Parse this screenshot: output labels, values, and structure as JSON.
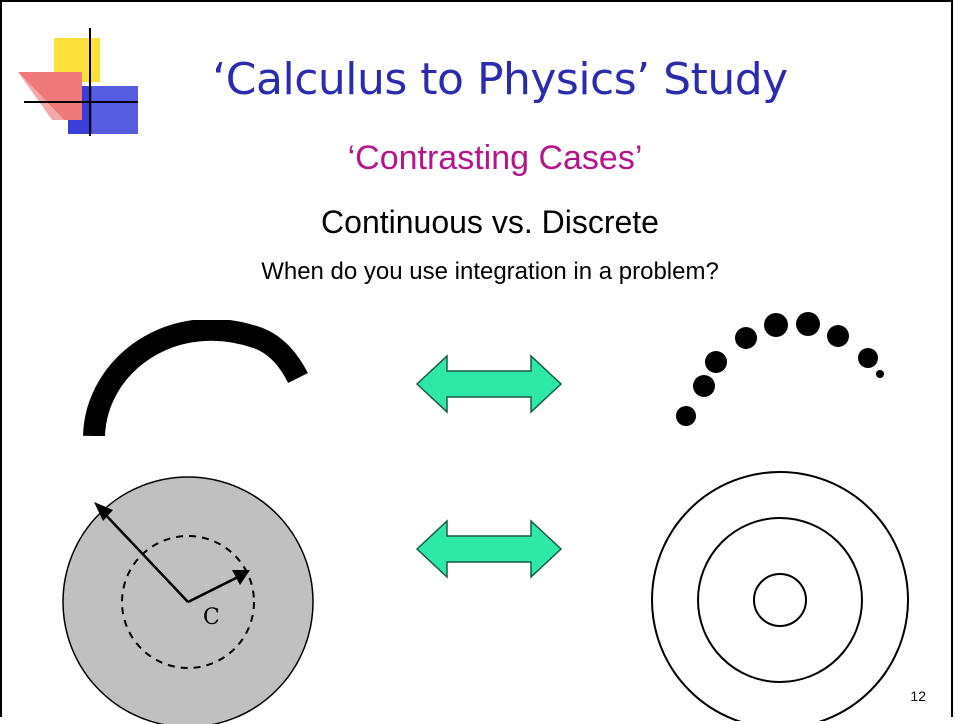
{
  "slide": {
    "title": "‘Calculus to Physics’ Study",
    "subtitle": "‘Contrasting Cases’",
    "heading": "Continuous vs. Discrete",
    "question": "When do you use integration in a problem?",
    "page_number": "12"
  },
  "figures": {
    "disk_label": "C"
  },
  "colors": {
    "title": "#2b2bb0",
    "subtitle": "#b5158a",
    "arrow_fill": "#2ee8a8",
    "disk_fill": "#c0c0c0"
  },
  "icons": [
    "double-arrow-icon",
    "double-arrow-icon"
  ]
}
